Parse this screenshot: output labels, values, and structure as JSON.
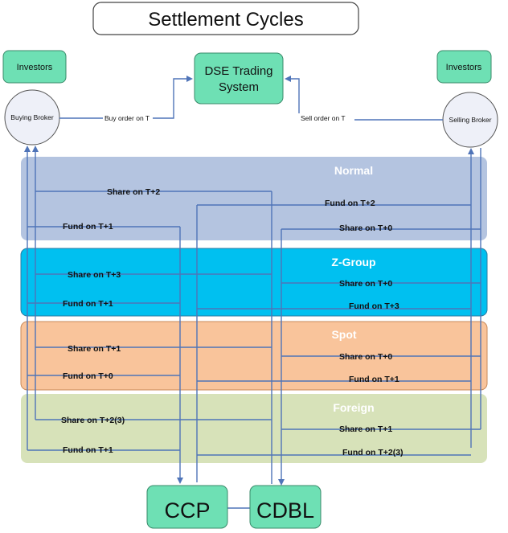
{
  "title": "Settlement Cycles",
  "nodes": {
    "investors_left": "Investors",
    "investors_right": "Investors",
    "buying_broker": "Buying Broker",
    "selling_broker": "Selling Broker",
    "dse_line1": "DSE Trading",
    "dse_line2": "System",
    "ccp": "CCP",
    "cdbl": "CDBL"
  },
  "orders": {
    "buy": "Buy order on T",
    "sell": "Sell order on T"
  },
  "bands": [
    {
      "title": "Normal",
      "color": "#b4c4e0",
      "left": [
        "Share on T+2",
        "Fund on T+1"
      ],
      "right": [
        "Fund on T+2",
        "Share on T+0"
      ]
    },
    {
      "title": "Z-Group",
      "color": "#00c0f0",
      "left": [
        "Share on T+3",
        "Fund on T+1"
      ],
      "right": [
        "Share on T+0",
        "Fund on T+3"
      ]
    },
    {
      "title": "Spot",
      "color": "#f9c49b",
      "left": [
        "Share on T+1",
        "Fund on T+0"
      ],
      "right": [
        "Share on T+0",
        "Fund on T+1"
      ]
    },
    {
      "title": "Foreign",
      "color": "#d7e2b9",
      "left": [
        "Share on T+2(3)",
        "Fund on T+1"
      ],
      "right": [
        "Share on T+1",
        "Fund on T+2(3)"
      ]
    }
  ],
  "colors": {
    "line": "#4f74b8",
    "node_green": "#6ee0b4"
  }
}
